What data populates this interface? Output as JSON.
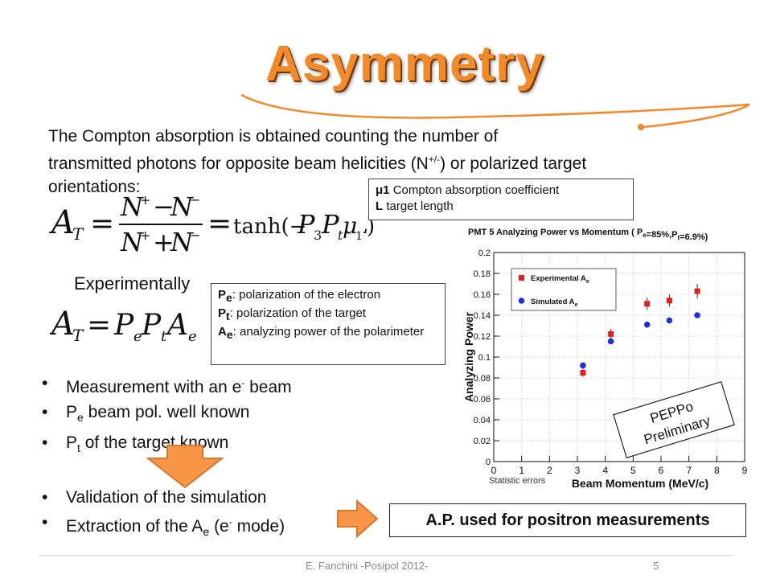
{
  "slide": {
    "title": "Asymmetry",
    "intro_line1": "The Compton absorption is obtained counting the number of",
    "intro_line2a": "transmitted photons for opposite beam helicities (N",
    "intro_sup": "+/-",
    "intro_line2b": ") or polarized target",
    "intro_line3": "orientations:",
    "definitions": {
      "mu1_sym": "μ1",
      "mu1_text": " Compton absorption coefficient",
      "l_sym": "L",
      "l_text": " target length"
    },
    "experimentally": "Experimentally",
    "pol_box": {
      "pe_sub": "e",
      "pe_text": ": polarization of the electron",
      "pt_sub": "t",
      "pt_text": ": polarization of the target",
      "ae_sub": "e",
      "ae_text": ": analyzing power of the polarimeter"
    },
    "bullets1": [
      {
        "a": "Measurement with an e",
        "sup": "-",
        "b": " beam"
      },
      {
        "a": "P",
        "sub": "e",
        "b": " beam pol. well known"
      },
      {
        "a": "P",
        "sub": "t",
        "b": " of the target known"
      }
    ],
    "bullets2": [
      {
        "a": "Validation of the simulation"
      },
      {
        "a": "Extraction of the A",
        "sub": "e",
        "b": " (e",
        "sup": "-",
        "c": " mode)"
      }
    ],
    "ap_box": "A.P. used for positron measurements",
    "statistic_errors": "Statistic errors",
    "footer": "E. Fanchini -Posipol 2012-",
    "page_number": "5"
  },
  "colors": {
    "accent": "#f08a2a",
    "experimental": "#e02020",
    "simulated": "#1f2fd8"
  },
  "chart_data": {
    "type": "scatter",
    "title": "PMT 5 Analyzing Power vs Momentum ( P",
    "title_pe_sub": "e",
    "title_mid": "=85%,P",
    "title_pt_sub": "t",
    "title_end": "=6.9%)",
    "xlabel": "Beam Momentum (MeV/c)",
    "ylabel": "Analyzing Power",
    "xlim": [
      0,
      9
    ],
    "ylim": [
      0,
      0.2
    ],
    "xticks": [
      "0",
      "1",
      "2",
      "3",
      "4",
      "5",
      "6",
      "7",
      "8",
      "9"
    ],
    "yticks": [
      "0",
      "0.02",
      "0.04",
      "0.06",
      "0.08",
      "0.1",
      "0.12",
      "0.14",
      "0.16",
      "0.18",
      "0.2"
    ],
    "grid": true,
    "legend_position": "top-left",
    "series": [
      {
        "name": "Experimental A",
        "sub": "e",
        "marker": "square",
        "x": [
          3.2,
          4.2,
          5.5,
          6.3,
          7.3
        ],
        "y": [
          0.085,
          0.122,
          0.151,
          0.154,
          0.163
        ],
        "err": [
          0.004,
          0.005,
          0.006,
          0.006,
          0.007
        ]
      },
      {
        "name": "Simulated A",
        "sub": "e",
        "marker": "circle",
        "x": [
          3.2,
          4.2,
          5.5,
          6.3,
          7.3
        ],
        "y": [
          0.092,
          0.115,
          0.131,
          0.135,
          0.14
        ]
      }
    ],
    "annotation": [
      "PEPPo",
      "Preliminary"
    ]
  }
}
